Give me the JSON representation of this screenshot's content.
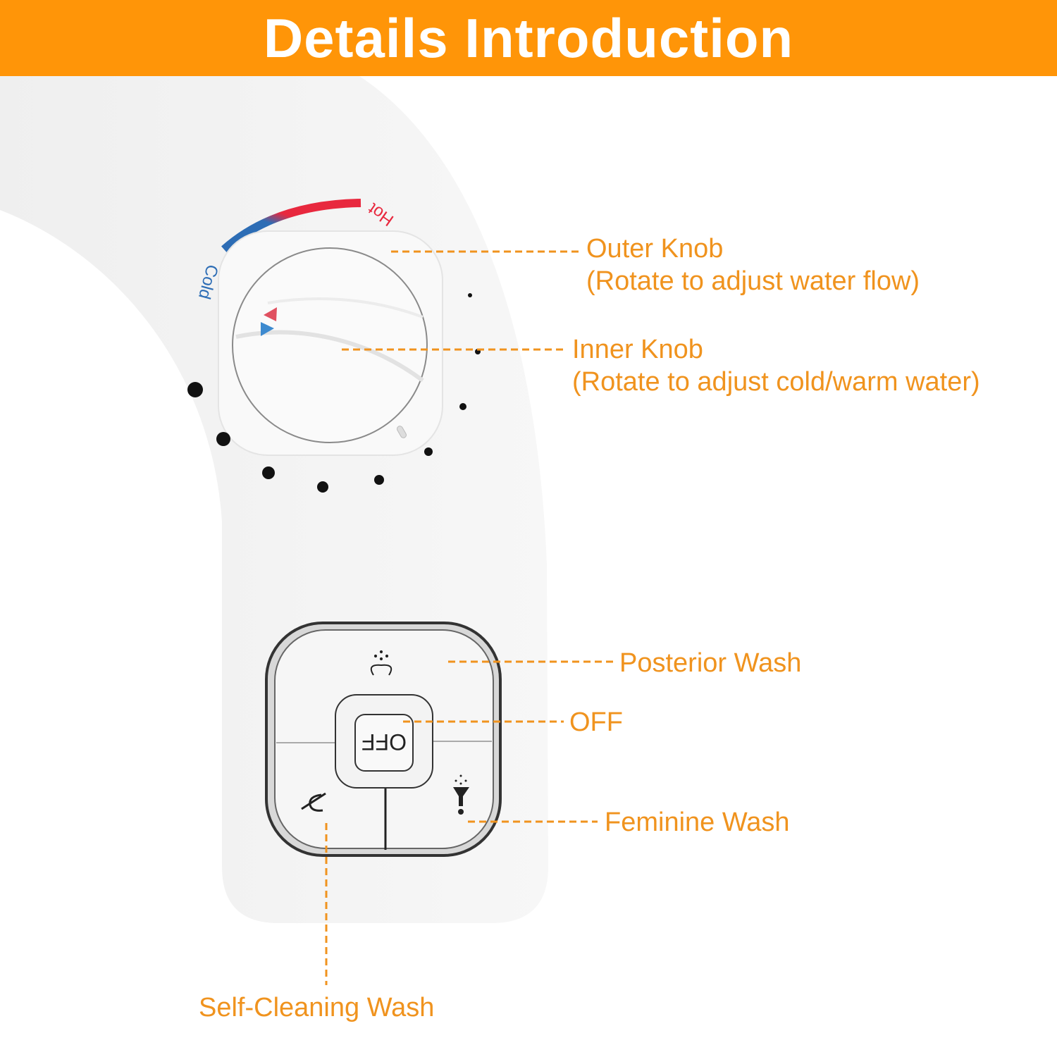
{
  "header": {
    "title": "Details Introduction"
  },
  "colors": {
    "accent": "#FF9508",
    "label": "#F0931E",
    "hot": "#E8283E",
    "cold": "#2D6DB5"
  },
  "dial": {
    "hot_label": "Hot",
    "cold_label": "Cold"
  },
  "panel": {
    "off_label": "OFF"
  },
  "callouts": {
    "outer_knob": {
      "title": "Outer Knob",
      "desc": "(Rotate to adjust water flow)"
    },
    "inner_knob": {
      "title": "Inner Knob",
      "desc": "(Rotate to adjust cold/warm water)"
    },
    "posterior_wash": {
      "title": "Posterior Wash"
    },
    "off": {
      "title": "OFF"
    },
    "feminine_wash": {
      "title": "Feminine Wash"
    },
    "self_cleaning": {
      "title": "Self-Cleaning Wash"
    }
  }
}
